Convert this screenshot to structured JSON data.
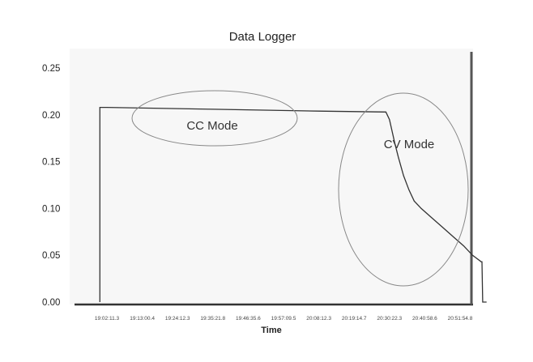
{
  "chart_data": {
    "type": "line",
    "title": "Data Logger",
    "xlabel": "Time",
    "ylabel": "",
    "ylim": [
      0,
      0.25
    ],
    "y_ticks": [
      "0.00",
      "0.05",
      "0.10",
      "0.15",
      "0.20",
      "0.25"
    ],
    "x_ticks": [
      "19:02:11.3",
      "19:13:00.4",
      "19:24:12.3",
      "19:35:21.8",
      "19:46:35.6",
      "19:57:09.5",
      "20:08:12.3",
      "20:19:14.7",
      "20:30:22.3",
      "20:40:58.6",
      "20:51:54.8"
    ],
    "grid": false,
    "series": [
      {
        "x": [
          -0.2,
          -0.2,
          0,
          3,
          6,
          7.9,
          8.0,
          8.15,
          8.25,
          8.4,
          8.55,
          8.7,
          8.9,
          9.2,
          9.5,
          9.8,
          10.1,
          10.35,
          10.6,
          10.62,
          10.64,
          10.75
        ],
        "values": [
          0.0,
          0.208,
          0.208,
          0.206,
          0.204,
          0.203,
          0.195,
          0.17,
          0.155,
          0.135,
          0.12,
          0.108,
          0.1,
          0.09,
          0.08,
          0.07,
          0.06,
          0.05,
          0.043,
          0.043,
          0.0,
          0.0
        ]
      }
    ],
    "annotations": [
      {
        "label": "CC Mode"
      },
      {
        "label": "CV Mode"
      }
    ]
  }
}
